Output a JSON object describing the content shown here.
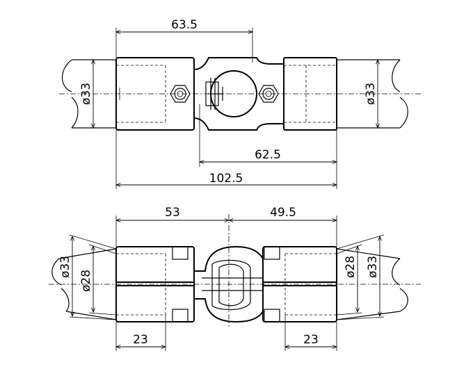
{
  "drawing": {
    "top_view": {
      "dim_top": "63.5",
      "dim_mid": "62.5",
      "dim_total": "102.5",
      "dia_left": "ø33",
      "dia_right": "ø33"
    },
    "bottom_view": {
      "dim_left": "53",
      "dim_right": "49.5",
      "dim_small_left": "23",
      "dim_small_right": "23",
      "dia_outer_left": "ø33",
      "dia_inner_left": "ø28",
      "dia_inner_right": "ø28",
      "dia_outer_right": "ø33"
    }
  }
}
